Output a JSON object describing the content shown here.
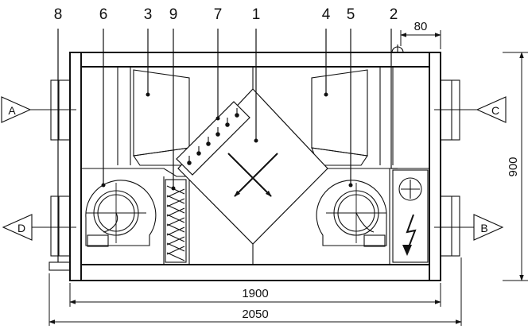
{
  "callouts": {
    "c1": "1",
    "c2": "2",
    "c3": "3",
    "c4": "4",
    "c5": "5",
    "c6": "6",
    "c7": "7",
    "c8": "8",
    "c9": "9"
  },
  "ports": {
    "a": "A",
    "b": "B",
    "c": "C",
    "d": "D"
  },
  "dimensions": {
    "flange": "80",
    "height": "900",
    "width_inner": "1900",
    "width_total": "2050"
  },
  "colors": {
    "line": "#111111",
    "background": "#ffffff"
  },
  "icons": [
    "plus-circle-icon",
    "lightning-icon",
    "crossed-arrows-icon"
  ]
}
